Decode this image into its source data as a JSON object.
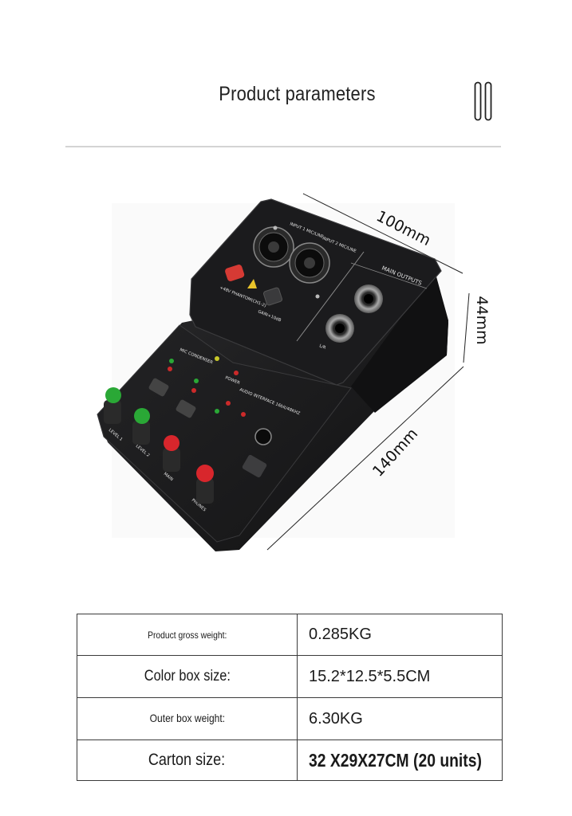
{
  "header": {
    "title": "Product parameters",
    "menu_icon": "pause-icon"
  },
  "product": {
    "image": "audio-mixer-interface-photo",
    "dimensions": {
      "width": "100mm",
      "height": "44mm",
      "depth": "140mm"
    },
    "panel_labels": {
      "input1": "INPUT 1 MIC/LINE",
      "input2": "INPUT 2 MIC/LINE",
      "main_outputs": "MAIN OUTPUTS",
      "phantom": "+48V PHANTOM(CH1-2)",
      "gain": "GAIN+10dB",
      "lr": "L/R",
      "level1": "LEVEL 1",
      "level2": "LEVEL 2",
      "main": "MAIN",
      "phones": "PHONES",
      "power": "POWER",
      "audio_interface": "AUDIO INTERFACE 16bit/48KHZ",
      "mic_condenser": "MIC CONDENSER"
    }
  },
  "specs": [
    {
      "label": "Product gross weight:",
      "value": "0.285KG"
    },
    {
      "label": "Color box size:",
      "value": "15.2*12.5*5.5CM"
    },
    {
      "label": "Outer box weight:",
      "value": "6.30KG"
    },
    {
      "label": "Carton size:",
      "value": "32 X29X27CM (20 units)"
    }
  ],
  "colors": {
    "device_body": "#1b1b1d",
    "knob_green": "#2aa836",
    "knob_red": "#d8262c",
    "button_red": "#d63a34",
    "border": "#3a3a3a"
  }
}
